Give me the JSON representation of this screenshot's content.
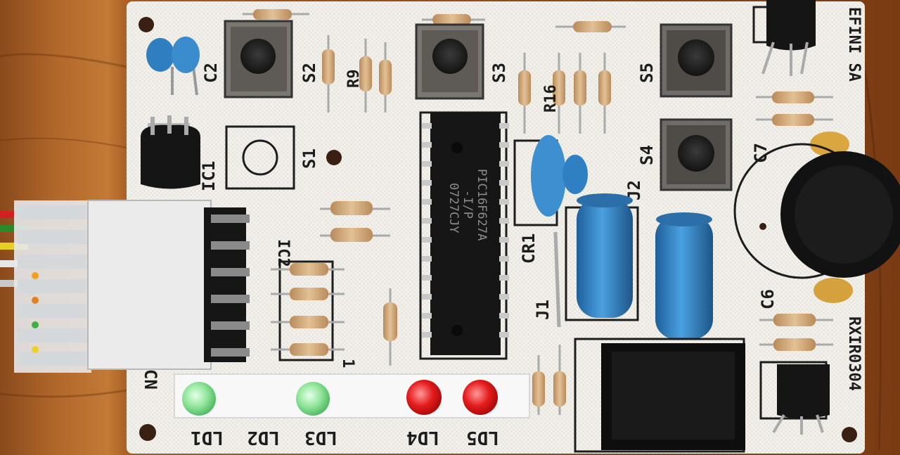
{
  "board": {
    "labels": {
      "ic1": "IC1",
      "ic2": "IC2",
      "c2": "C2",
      "c6": "C6",
      "c7": "C7",
      "s1": "S1",
      "s2": "S2",
      "s3": "S3",
      "s4": "S4",
      "s5": "S5",
      "r9": "R9",
      "r16": "R16",
      "j1": "J1",
      "j2": "J2",
      "cr1": "CR1",
      "cn": "CN",
      "ld1": "LD1",
      "ld2": "LD2",
      "ld3": "LD3",
      "ld4": "LD4",
      "ld5": "LD5",
      "rxir": "RXIR0304",
      "efini": "EFINI SA",
      "one": "1"
    },
    "chip": {
      "line1": "PIC16F627A",
      "line2": "-I/P",
      "line3": "0727CJY"
    },
    "colors": {
      "pcb": "#f3f1ec",
      "silkscreen": "#1d1d1d",
      "wood": "#9a5520",
      "led_green": "#7fe08a",
      "led_red": "#e01818",
      "capacitor_blue": "#2f7fc0",
      "ceramic_yellow": "#d9a640"
    }
  }
}
